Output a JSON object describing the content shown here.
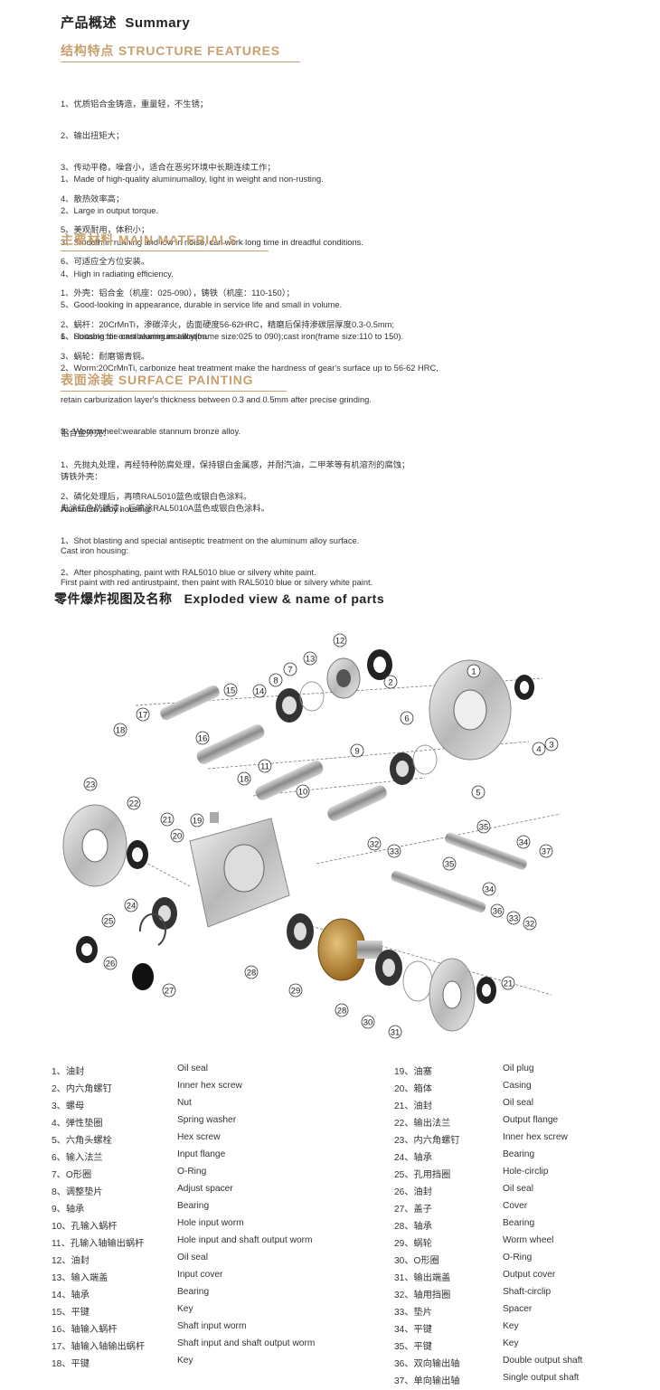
{
  "summary": {
    "title_cn": "产品概述",
    "title_en": "Summary"
  },
  "structure": {
    "title": "结构特点 STRUCTURE FEATURES",
    "cn_lines": [
      "1、优质铝合金铸造，重量轻，不生锈；",
      "2、输出扭矩大；",
      "3、传动平稳，噪音小，适合在恶劣环境中长期连续工作；",
      "4、散热效率高；",
      "5、美观耐用，体积小；",
      "6、可适应全方位安装。"
    ],
    "en_lines": [
      "1、Made of high-quality aluminumalloy, light in weight and non-rusting.",
      "2、Large in output torque.",
      "3、Smooth in running and low in noise, can work long time in dreadful conditions.",
      "4、High in radiating efficiency.",
      "5、Good-looking in appearance, durable in service life and small in volume.",
      "6、Suitable for omnibearing installation."
    ]
  },
  "materials": {
    "title": "主要材料 MAIN MATERIALS",
    "cn_lines": [
      "1、外壳：铝合金（机座：025-090），铸铁（机座：110-150）；",
      "2、蜗杆：20CrMnTi，渗碳淬火，齿面硬度56-62HRC，精磨后保持渗碳层厚度0.3-0.5mm;",
      "3、蜗轮：耐磨锡青铜。"
    ],
    "en_lines": [
      "1、Housing:die-cast aluminum alloy(frame size:025 to 090);cast iron(frame size:110 to 150).",
      "2、Worm:20CrMnTi, carbonize heat treatment make the hardness of gear's surface up to 56-62 HRC,",
      "retain carburization layer's thickness between 0.3 and 0.5mm after precise grinding.",
      "3、Worm wheel:wearable stannum bronze alloy."
    ]
  },
  "painting": {
    "title": "表面涂装 SURFACE PAINTING",
    "cn_alu": [
      "铝合金外壳：",
      "1、先抛丸处理，再经特种防腐处理，保持银白金属感，并耐汽油，二甲苯等有机溶剂的腐蚀；",
      "2、磷化处理后，再喷RAL5010蓝色或银白色涂料。"
    ],
    "cn_iron": [
      "铸铁外壳：",
      "先涂红色防锈漆，后喷涂RAL5010A蓝色或银白色涂料。"
    ],
    "en_alu": [
      "Aluminum alloy housing:",
      "1、Shot blasting and special antiseptic treatment on the aluminum alloy surface.",
      "2、After phosphating, paint with RAL5010 blue or silvery white paint."
    ],
    "en_iron": [
      "Cast iron housing:",
      "First paint with red antirustpaint, then paint with RAL5010 blue or silvery white paint."
    ]
  },
  "exploded": {
    "title_cn": "零件爆炸视图及名称",
    "title_en": "Exploded view & name of parts",
    "callouts": [
      "1",
      "2",
      "3",
      "4",
      "5",
      "6",
      "7",
      "8",
      "9",
      "10",
      "11",
      "12",
      "13",
      "14",
      "15",
      "16",
      "17",
      "18",
      "18",
      "19",
      "20",
      "21",
      "21",
      "22",
      "23",
      "24",
      "25",
      "26",
      "27",
      "28",
      "28",
      "29",
      "30",
      "31",
      "32",
      "32",
      "33",
      "33",
      "34",
      "34",
      "35",
      "35",
      "36",
      "37"
    ]
  },
  "parts_left": [
    {
      "cn": "1、油封",
      "en": "Oil seal"
    },
    {
      "cn": "2、内六角螺钉",
      "en": "Inner hex screw"
    },
    {
      "cn": "3、螺母",
      "en": "Nut"
    },
    {
      "cn": "4、弹性垫圈",
      "en": "Spring washer"
    },
    {
      "cn": "5、六角头螺栓",
      "en": "Hex screw"
    },
    {
      "cn": "6、输入法兰",
      "en": "Input flange"
    },
    {
      "cn": "7、O形圈",
      "en": "O-Ring"
    },
    {
      "cn": "8、调整垫片",
      "en": "Adjust spacer"
    },
    {
      "cn": "9、轴承",
      "en": "Bearing"
    },
    {
      "cn": "10、孔输入蜗杆",
      "en": "Hole input worm"
    },
    {
      "cn": "11、孔输入轴输出蜗杆",
      "en": "Hole input and shaft output worm"
    },
    {
      "cn": "12、油封",
      "en": "Oil seal"
    },
    {
      "cn": "13、输入端盖",
      "en": "Input cover"
    },
    {
      "cn": "14、轴承",
      "en": "Bearing"
    },
    {
      "cn": "15、平键",
      "en": "Key"
    },
    {
      "cn": "16、轴输入蜗杆",
      "en": "Shaft input worm"
    },
    {
      "cn": "17、轴输入轴输出蜗杆",
      "en": "Shaft input and shaft output worm"
    },
    {
      "cn": "18、平键",
      "en": "Key"
    }
  ],
  "parts_right": [
    {
      "cn": "19、油塞",
      "en": "Oil plug"
    },
    {
      "cn": "20、箱体",
      "en": "Casing"
    },
    {
      "cn": "21、油封",
      "en": "Oil seal"
    },
    {
      "cn": "22、输出法兰",
      "en": "Output flange"
    },
    {
      "cn": "23、内六角螺钉",
      "en": "Inner hex screw"
    },
    {
      "cn": "24、轴承",
      "en": "Bearing"
    },
    {
      "cn": "25、孔用挡圈",
      "en": "Hole-circlip"
    },
    {
      "cn": "26、油封",
      "en": "Oil seal"
    },
    {
      "cn": "27、盖子",
      "en": "Cover"
    },
    {
      "cn": "28、轴承",
      "en": "Bearing"
    },
    {
      "cn": "29、蜗轮",
      "en": "Worm wheel"
    },
    {
      "cn": "30、O形圈",
      "en": "O-Ring"
    },
    {
      "cn": "31、输出端盖",
      "en": "Output cover"
    },
    {
      "cn": "32、轴用挡圈",
      "en": "Shaft-circlip"
    },
    {
      "cn": "33、垫片",
      "en": "Spacer"
    },
    {
      "cn": "34、平键",
      "en": "Key"
    },
    {
      "cn": "35、平键",
      "en": "Key"
    },
    {
      "cn": "36、双向输出轴",
      "en": "Double output shaft"
    },
    {
      "cn": "37、单向输出轴",
      "en": "Single output shaft"
    }
  ]
}
